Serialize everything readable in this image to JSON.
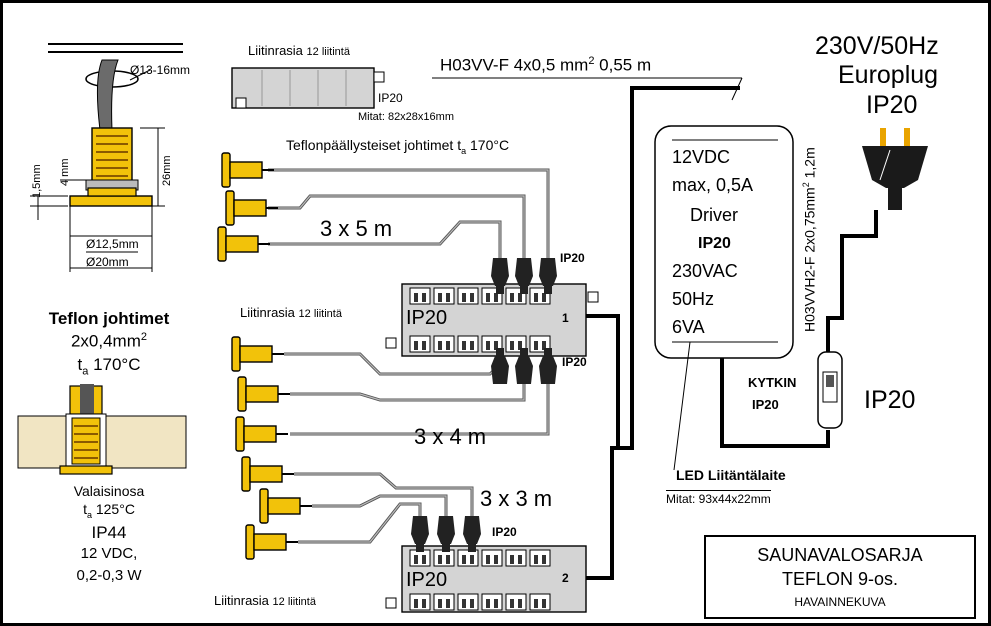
{
  "power": {
    "voltage": "230V/50Hz",
    "plug": "Europlug",
    "ip": "IP20"
  },
  "power_cable": {
    "prefix": "H03VVH2-F 2x0,75mm",
    "exp": "2",
    "suffix": " 1,2m"
  },
  "driver_cable": {
    "prefix": "H03VV-F 4x0,5 mm",
    "exp": "2",
    "suffix": " 0,55 m"
  },
  "driver": {
    "l1": "12VDC",
    "l2": "max, 0,5A",
    "l3": "Driver",
    "l4": "IP20",
    "l5": "230VAC",
    "l6": "50Hz",
    "l7": "6VA"
  },
  "driver_label": {
    "name": "LED Liitäntälaite",
    "dims": "Mitat: 93x44x22mm"
  },
  "switch": {
    "name": "KYTKIN",
    "ip": "IP20",
    "ip_big": "IP20"
  },
  "junction_top": {
    "title": "Liitinrasia",
    "count": "12 liitintä",
    "ip": "IP20",
    "dims": "Mitat: 82x28x16mm"
  },
  "wire_note": {
    "main": "Teflonpäällysteiset johtimet t",
    "sub": "a",
    "temp": " 170°C"
  },
  "box1": {
    "title": "Liitinrasia",
    "count": "12 liitintä",
    "ip": "IP20",
    "num": "1",
    "ip_top": "IP20",
    "ip_bottom": "IP20"
  },
  "box2": {
    "title": "Liitinrasia",
    "count": "12 liitintä",
    "ip": "IP20",
    "num": "2",
    "ip_top": "IP20"
  },
  "groups": {
    "g1": "3 x 5 m",
    "g2": "3 x 4 m",
    "g3": "3 x 3 m"
  },
  "fixture_dims": {
    "d1": "Ø13-16mm",
    "d2": "Ø12,5mm",
    "d3": "Ø20mm",
    "h1": "1,5mm",
    "h2": "4 mm",
    "h3": "26mm"
  },
  "teflon": {
    "title": "Teflon johtimet",
    "spec": "2x0,4mm",
    "exp": "2",
    "t": "t",
    "tsub": "a",
    "temp": " 170°C"
  },
  "lamp": {
    "name": "Valaisinosa",
    "t": "t",
    "tsub": "a",
    "temp": " 125°C",
    "ip": "IP44",
    "volt": "12 VDC,",
    "watt": "0,2-0,3 W"
  },
  "title_box": {
    "l1": "SAUNAVALOSARJA",
    "l2": "TEFLON 9-os.",
    "l3": "HAVAINNEKUVA"
  },
  "colors": {
    "yellow": "#f2c20a",
    "box_grey": "#d4d4d4",
    "wall_beige": "#f1e5c3",
    "wire_grey": "#7a7a7a"
  }
}
